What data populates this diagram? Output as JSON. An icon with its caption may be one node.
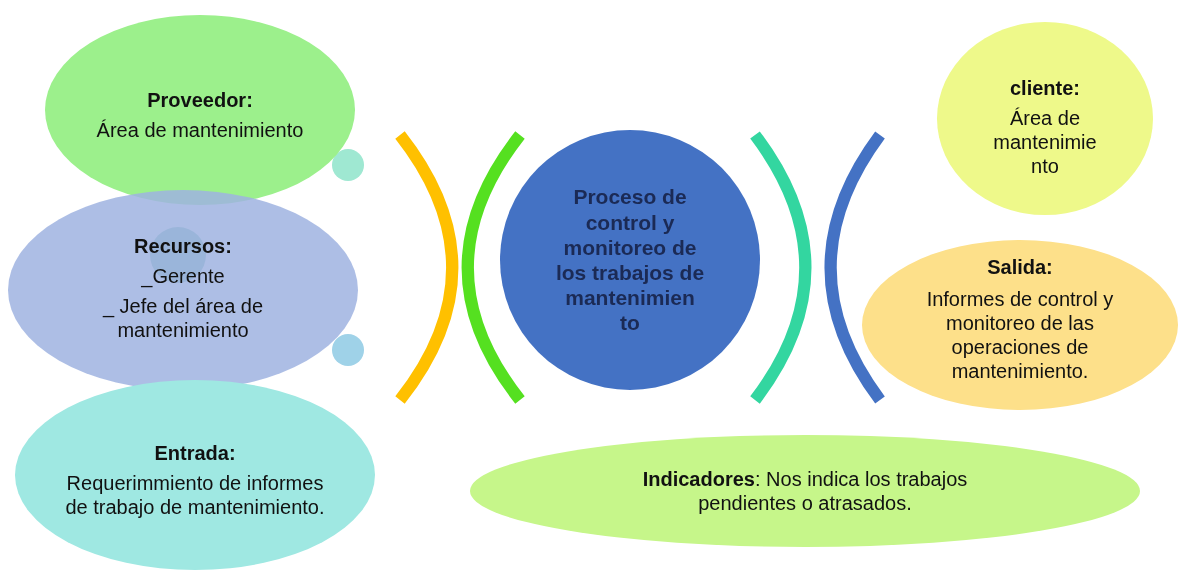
{
  "diagram": {
    "nodes": [
      {
        "text": [
          "Proveedor:",
          "Área de mantenimiento"
        ]
      },
      {
        "text": [
          "Recursos:",
          "_Gerente",
          "_ Jefe del área de mantenimiento"
        ]
      },
      {
        "text": [
          "Entrada:",
          "Requerimmiento de informes de trabajo de mantenimiento."
        ]
      },
      {
        "text": [
          "Proceso de control y monitoreo de los trabajos de mantenimien to"
        ]
      },
      {
        "text": [
          "cliente:",
          "Área de mantenimie nto"
        ]
      },
      {
        "text": [
          "Salida:",
          "Informes de control y monitoreo de las operaciones de mantenimiento."
        ]
      },
      {
        "text": [
          "**Indicadores**: Nos indica los trabajos pendientes o atrasados."
        ]
      }
    ]
  }
}
